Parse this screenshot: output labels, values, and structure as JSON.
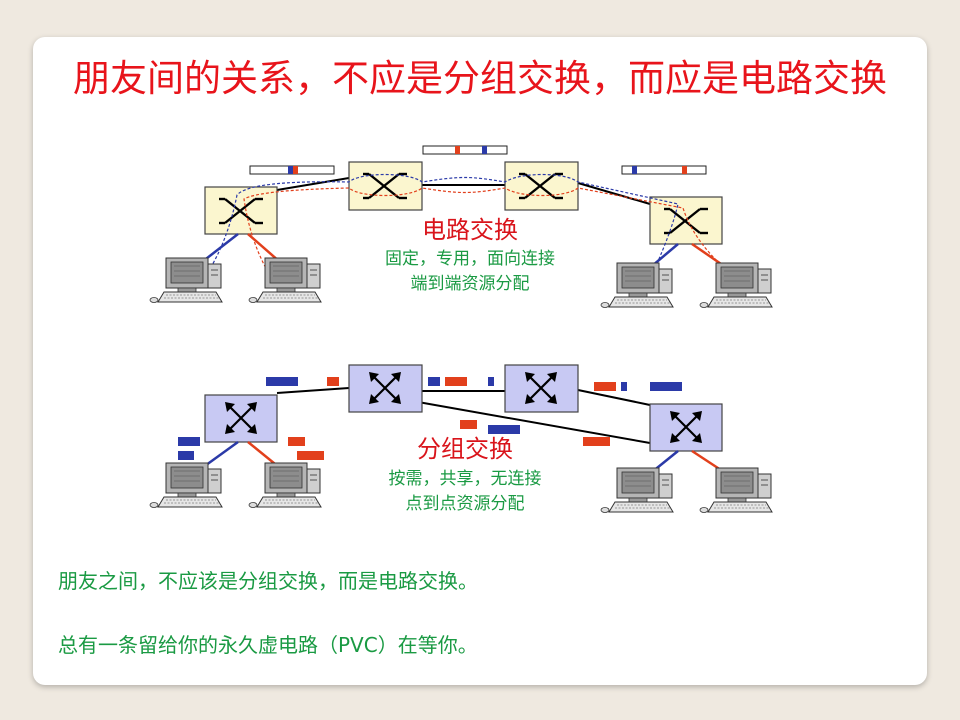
{
  "title": "朋友间的关系，不应是分组交换，而应是电路交换",
  "circuit": {
    "heading": "电路交换",
    "line1": "固定，专用，面向连接",
    "line2": "端到端资源分配"
  },
  "packet": {
    "heading": "分组交换",
    "line1": "按需，共享，无连接",
    "line2": "点到点资源分配"
  },
  "notes": {
    "line1": "朋友之间，不应该是分组交换，而是电路交换。",
    "line2": "总有一条留给你的永久虚电路（PVC）在等你。"
  },
  "colors": {
    "title_red": "#e8141b",
    "text_green": "#1a9a43",
    "stream_blue": "#2b3aa8",
    "stream_red": "#e2401c",
    "circuit_switch_fill": "#fbf6cf",
    "packet_switch_fill": "#c8c9f3"
  }
}
